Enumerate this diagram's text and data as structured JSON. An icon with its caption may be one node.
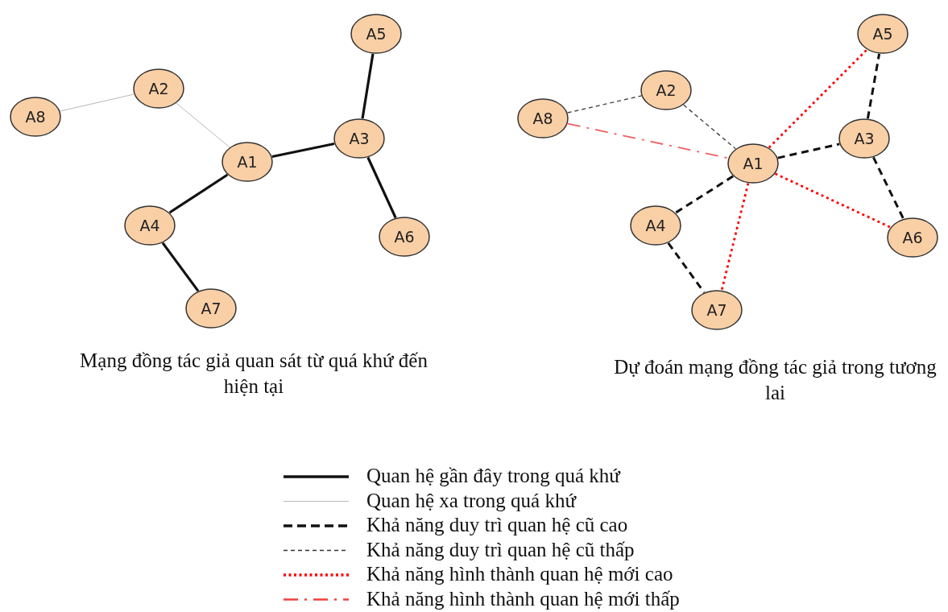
{
  "diagram": {
    "nodes": [
      {
        "text": [
          "A1"
        ]
      },
      {
        "text": [
          "A2"
        ]
      },
      {
        "text": [
          "A3"
        ]
      },
      {
        "text": [
          "A4"
        ]
      },
      {
        "text": [
          "A5"
        ]
      },
      {
        "text": [
          "A6"
        ]
      },
      {
        "text": [
          "A7"
        ]
      },
      {
        "text": [
          "A8"
        ]
      },
      {
        "text": [
          "A1"
        ]
      },
      {
        "text": [
          "A2"
        ]
      },
      {
        "text": [
          "A3"
        ]
      },
      {
        "text": [
          "A4"
        ]
      },
      {
        "text": [
          "A5"
        ]
      },
      {
        "text": [
          "A6"
        ]
      },
      {
        "text": [
          "A7"
        ]
      },
      {
        "text": [
          "A8"
        ]
      }
    ],
    "edges": [
      {
        "from": 7,
        "to": 1,
        "arrow": "none",
        "color": "#b8b8b8"
      },
      {
        "from": 1,
        "to": 0,
        "arrow": "none",
        "color": "#b8b8b8"
      },
      {
        "from": 0,
        "to": 2,
        "arrow": "none"
      },
      {
        "from": 2,
        "to": 4,
        "arrow": "none"
      },
      {
        "from": 2,
        "to": 5,
        "arrow": "none"
      },
      {
        "from": 0,
        "to": 3,
        "arrow": "none"
      },
      {
        "from": 3,
        "to": 6,
        "arrow": "none"
      },
      {
        "from": 15,
        "to": 9,
        "arrow": "none",
        "style": "dashed",
        "color": "#444444"
      },
      {
        "from": 9,
        "to": 8,
        "arrow": "none",
        "style": "dashed",
        "color": "#444444"
      },
      {
        "from": 15,
        "to": 8,
        "arrow": "none",
        "style": "dashed",
        "color": "#f06060"
      },
      {
        "from": 8,
        "to": 12,
        "arrow": "none",
        "style": "dashed",
        "color": "#ff0000"
      },
      {
        "from": 8,
        "to": 10,
        "arrow": "none",
        "style": "dashed"
      },
      {
        "from": 10,
        "to": 12,
        "arrow": "none",
        "style": "dashed"
      },
      {
        "from": 10,
        "to": 13,
        "arrow": "none",
        "style": "dashed"
      },
      {
        "from": 8,
        "to": 13,
        "arrow": "none",
        "style": "dashed",
        "color": "#ff0000"
      },
      {
        "from": 8,
        "to": 11,
        "arrow": "none",
        "style": "dashed"
      },
      {
        "from": 11,
        "to": 14,
        "arrow": "none",
        "style": "dashed"
      },
      {
        "from": 8,
        "to": 14,
        "arrow": "none",
        "style": "dashed",
        "color": "#ff0000"
      }
    ],
    "labels": [
      "Mạng đồng tác giả quan sát từ quá khứ đến hiện tại",
      "Dự đoán mạng đồng tác giả trong tương lai"
    ],
    "legend": [
      {
        "text": "Quan hệ gần đây trong quá khứ"
      },
      {
        "text": "Quan hệ xa trong quá khứ"
      },
      {
        "text": "Khả năng duy trì quan hệ cũ cao"
      },
      {
        "text": "Khả năng duy trì quan hệ cũ thấp"
      },
      {
        "text": "Khả năng hình thành quan hệ mới cao"
      },
      {
        "text": "Khả năng hình thành quan hệ mới thấp"
      }
    ]
  }
}
